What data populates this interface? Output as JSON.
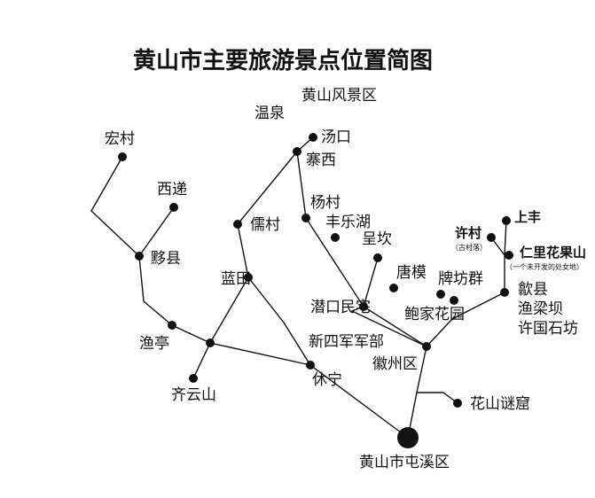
{
  "map_title": "黄山市主要旅游景点位置简图",
  "colors": {
    "ink": "#111111",
    "background": "#ffffff"
  },
  "places": {
    "huangshan_scenic": "黄山风景区",
    "wenquan": "温泉",
    "tangkou": "汤口",
    "zhaixi": "寨西",
    "hongcun": "宏村",
    "xidi": "西递",
    "yixian": "黟县",
    "yucun": "儒村",
    "yangcun": "杨村",
    "fengle_lake": "丰乐湖",
    "chengkan": "呈坎",
    "tangmo": "唐模",
    "paifang_group": "牌坊群",
    "qiankou": "潜口民宅",
    "baojia_garden": "鲍家花园",
    "xuncun": "许村",
    "xuncun_note": "（古村落）",
    "shangfeng": "上丰",
    "renli": "仁里花果山",
    "renli_note": "（一个未开发的处女地）",
    "shexian": "歙县",
    "yuliangba": "渔梁坝",
    "xuguo_archway": "许国石坊",
    "lantian": "蓝田",
    "yuting": "渔亭",
    "qiyunshan": "齐云山",
    "new4th_army": "新四军军部",
    "huizhou": "徽州区",
    "xiuning": "休宁",
    "huashan_grotto": "花山谜窟",
    "tunxi": "黄山市屯溪区"
  }
}
